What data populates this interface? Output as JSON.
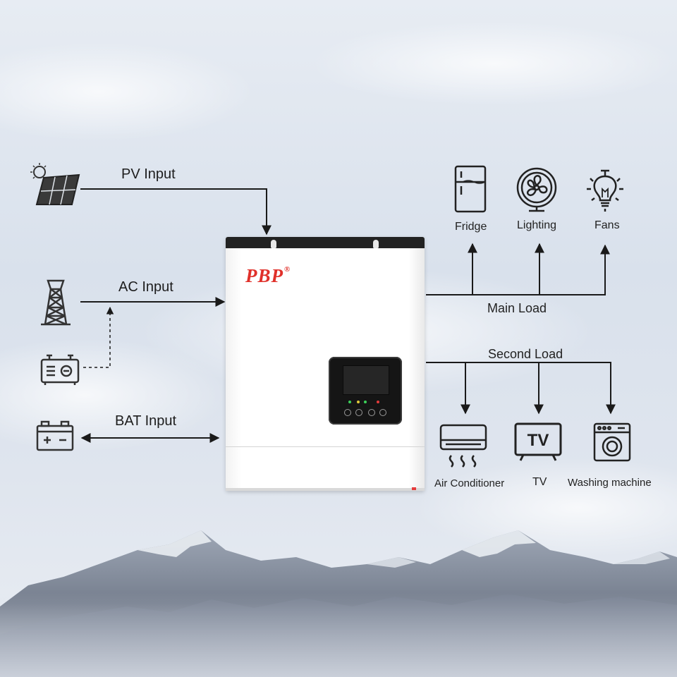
{
  "inputs": {
    "pv": "PV Input",
    "ac": "AC Input",
    "bat": "BAT Input"
  },
  "loads": {
    "main": "Main Load",
    "second": "Second Load"
  },
  "main_load_items": [
    "Fridge",
    "Lighting",
    "Fans"
  ],
  "second_load_items": [
    "Air Conditioner",
    "TV",
    "Washing machine"
  ],
  "tv_icon_text": "TV",
  "inverter": {
    "brand": "PBP",
    "brand_mark": "®",
    "brand_color": "#e0302a"
  },
  "icons": {
    "pv": "solar-panel-icon",
    "ac": "power-tower-icon",
    "generator": "generator-icon",
    "battery": "battery-icon",
    "fridge": "fridge-icon",
    "lighting": "fan-icon",
    "fans": "light-bulb-icon",
    "air_conditioner": "air-conditioner-icon",
    "tv": "tv-icon",
    "washing_machine": "washing-machine-icon"
  },
  "colors": {
    "line": "#1a1a1a",
    "inverter_top": "#222222",
    "panel": "#151515"
  }
}
